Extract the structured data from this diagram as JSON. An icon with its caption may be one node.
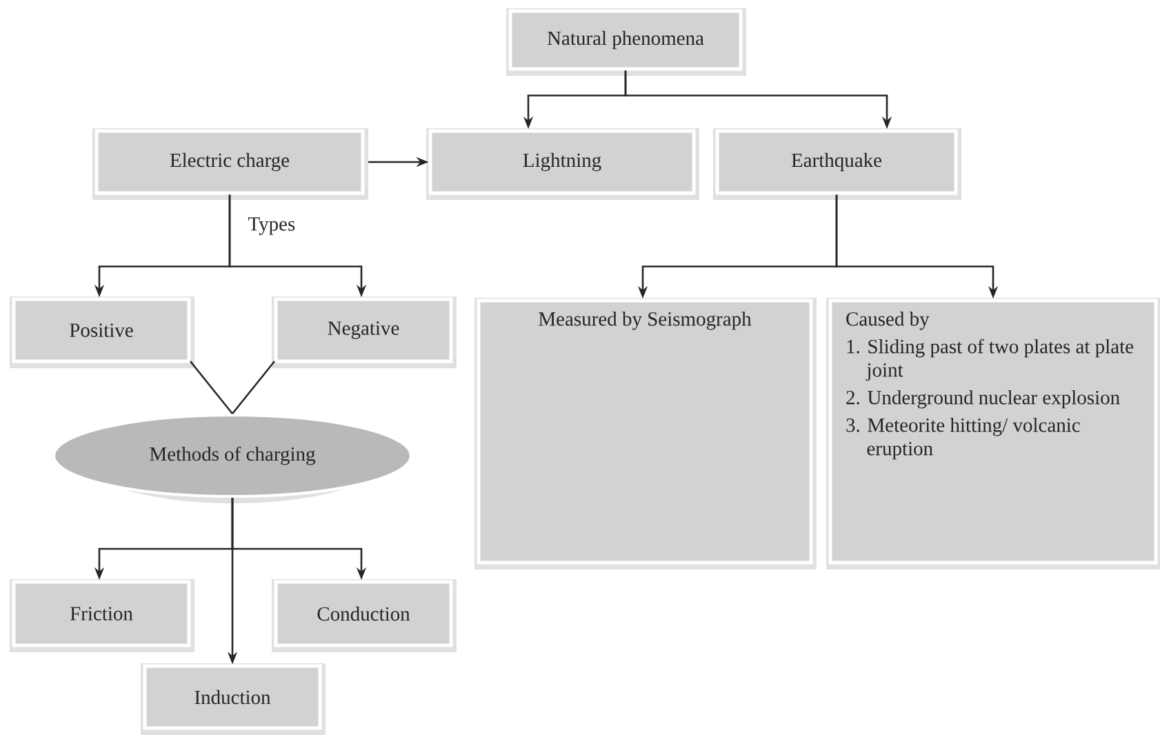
{
  "diagram": {
    "nodes": [
      {
        "text": [
          "Natural phenomena"
        ]
      },
      {
        "text": [
          "Electric charge"
        ]
      },
      {
        "text": [
          "Lightning"
        ]
      },
      {
        "text": [
          "Earthquake"
        ]
      },
      {
        "text": [
          "Positive"
        ]
      },
      {
        "text": [
          "Negative"
        ]
      },
      {
        "text": [
          "Measured by Seismograph"
        ]
      },
      {
        "text": [
          "Caused by",
          "1. Sliding past of two plates at plate joint",
          "2. Underground nuclear explosion",
          "3. Meteorite hitting/ volcanic eruption"
        ]
      },
      {
        "text": [
          "Methods of charging"
        ]
      },
      {
        "text": [
          "Friction"
        ]
      },
      {
        "text": [
          "Conduction"
        ]
      },
      {
        "text": [
          "Induction"
        ]
      }
    ],
    "edges": [
      {
        "from": 0,
        "to": 2,
        "arrow": "to"
      },
      {
        "from": 0,
        "to": 3,
        "arrow": "to"
      },
      {
        "from": 1,
        "to": 2,
        "arrow": "to"
      },
      {
        "from": 1,
        "to": 4,
        "arrow": "to",
        "label": "Types"
      },
      {
        "from": 1,
        "to": 5,
        "arrow": "to"
      },
      {
        "from": 3,
        "to": 6,
        "arrow": "to"
      },
      {
        "from": 3,
        "to": 7,
        "arrow": "to"
      },
      {
        "from": 4,
        "to": 8,
        "arrow": "none"
      },
      {
        "from": 5,
        "to": 8,
        "arrow": "none"
      },
      {
        "from": 8,
        "to": 9,
        "arrow": "to"
      },
      {
        "from": 8,
        "to": 10,
        "arrow": "to"
      },
      {
        "from": 8,
        "to": 11,
        "arrow": "to"
      }
    ]
  }
}
